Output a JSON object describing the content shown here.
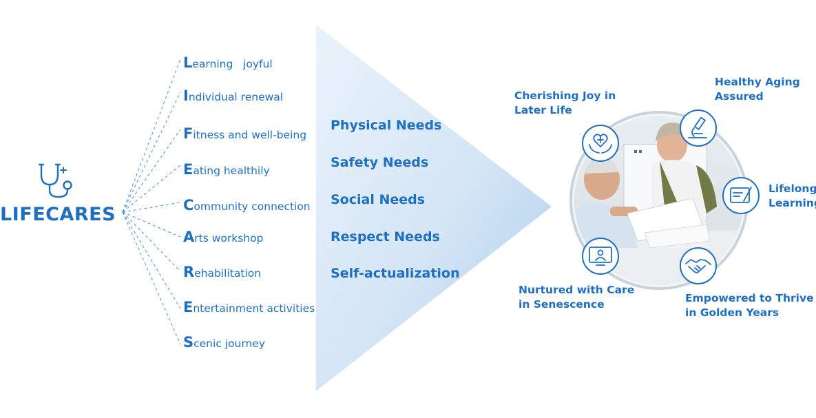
{
  "brand": {
    "name": "LIFECARES",
    "icon": "stethoscope-icon",
    "color": "#1f6fc1"
  },
  "acronym": [
    {
      "letter": "L",
      "rest": "earning   joyful"
    },
    {
      "letter": "I",
      "rest": "ndividual renewal"
    },
    {
      "letter": "F",
      "rest": "itness and well-being"
    },
    {
      "letter": "E",
      "rest": "ating healthily"
    },
    {
      "letter": "C",
      "rest": "ommunity connection"
    },
    {
      "letter": "A",
      "rest": "rts workshop"
    },
    {
      "letter": "R",
      "rest": "ehabilitation"
    },
    {
      "letter": "E",
      "rest": "ntertainment activities"
    },
    {
      "letter": "S",
      "rest": "cenic journey"
    }
  ],
  "needs": [
    "Physical Needs",
    "Safety Needs",
    "Social Needs",
    "Respect Needs",
    "Self-actualization"
  ],
  "benefits": [
    {
      "line1": "Cherishing Joy in",
      "line2": "Later Life",
      "icon": "heart-hands-icon"
    },
    {
      "line1": "Healthy Aging",
      "line2": "Assured",
      "icon": "microscope-icon"
    },
    {
      "line1": "Lifelong",
      "line2": "Learning",
      "icon": "certificate-icon"
    },
    {
      "line1": "Empowered to Thrive",
      "line2": "in Golden Years",
      "icon": "handshake-icon"
    },
    {
      "line1": "Nurtured with Care",
      "line2": "in Senescence",
      "icon": "doctor-screen-icon"
    }
  ],
  "photo": {
    "subject": "elderly-couple-reading-photo"
  },
  "colors": {
    "accent": "#1f6fc1",
    "arrow_light": "#eaf3fb",
    "arrow_dark": "#b7d3ee"
  }
}
